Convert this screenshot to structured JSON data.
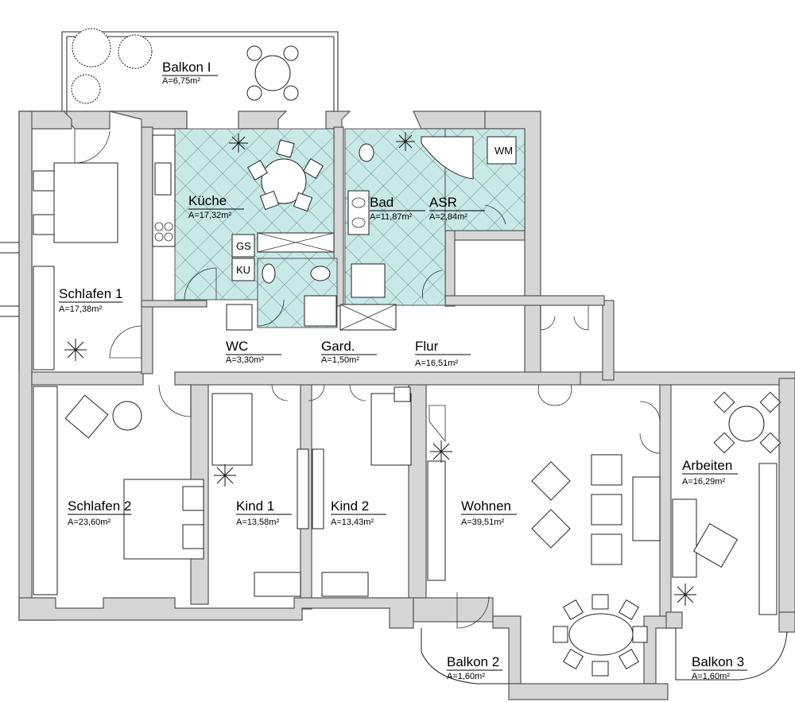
{
  "rooms": {
    "balkon1": {
      "name": "Balkon I",
      "area": "A=6,75m²"
    },
    "kueche": {
      "name": "Küche",
      "area": "A=17,32m²"
    },
    "bad": {
      "name": "Bad",
      "area": "A=11,87m²"
    },
    "asr": {
      "name": "ASR",
      "area": "A=2,84m²"
    },
    "schlafen1": {
      "name": "Schlafen 1",
      "area": "A=17,38m²"
    },
    "wc": {
      "name": "WC",
      "area": "A=3,30m²"
    },
    "gard": {
      "name": "Gard.",
      "area": "A=1,50m²"
    },
    "flur": {
      "name": "Flur",
      "area": "A=16,51m²"
    },
    "schlafen2": {
      "name": "Schlafen 2",
      "area": "A=23,60m²"
    },
    "kind1": {
      "name": "Kind 1",
      "area": "A=13,58m²"
    },
    "kind2": {
      "name": "Kind 2",
      "area": "A=13,43m²"
    },
    "wohnen": {
      "name": "Wohnen",
      "area": "A=39,51m²"
    },
    "arbeiten": {
      "name": "Arbeiten",
      "area": "A=16,29m²"
    },
    "balkon2": {
      "name": "Balkon 2",
      "area": "A=1,60m²"
    },
    "balkon3": {
      "name": "Balkon 3",
      "area": "A=1,60m²"
    }
  },
  "fixtures": {
    "wm": "WM",
    "gs": "GS",
    "ku": "KU"
  },
  "colors": {
    "tile_fill": "#c9e9e6",
    "wall_fill": "#d6d6d6"
  }
}
